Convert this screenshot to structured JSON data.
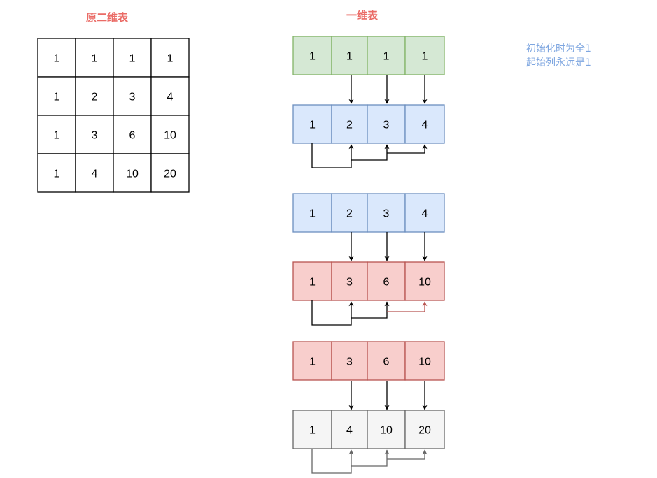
{
  "titles": {
    "original": "原二维表",
    "onedim": "一维表"
  },
  "note": {
    "line1": "初始化时为全1",
    "line2": "起始列永远是1"
  },
  "grid": [
    [
      "1",
      "1",
      "1",
      "1"
    ],
    [
      "1",
      "2",
      "3",
      "4"
    ],
    [
      "1",
      "3",
      "6",
      "10"
    ],
    [
      "1",
      "4",
      "10",
      "20"
    ]
  ],
  "rows": [
    {
      "values": [
        "1",
        "1",
        "1",
        "1"
      ],
      "fill": "#d5e8d4",
      "stroke": "#82b366"
    },
    {
      "values": [
        "1",
        "2",
        "3",
        "4"
      ],
      "fill": "#dae8fc",
      "stroke": "#6c8ebf"
    },
    {
      "values": [
        "1",
        "2",
        "3",
        "4"
      ],
      "fill": "#dae8fc",
      "stroke": "#6c8ebf"
    },
    {
      "values": [
        "1",
        "3",
        "6",
        "10"
      ],
      "fill": "#f8cecc",
      "stroke": "#b85450"
    },
    {
      "values": [
        "1",
        "3",
        "6",
        "10"
      ],
      "fill": "#f8cecc",
      "stroke": "#b85450"
    },
    {
      "values": [
        "1",
        "4",
        "10",
        "20"
      ],
      "fill": "#f5f5f5",
      "stroke": "#666666"
    }
  ],
  "colors": {
    "arrow_default": "#000000",
    "arrow_red": "#b85450",
    "arrow_gray": "#666666"
  }
}
